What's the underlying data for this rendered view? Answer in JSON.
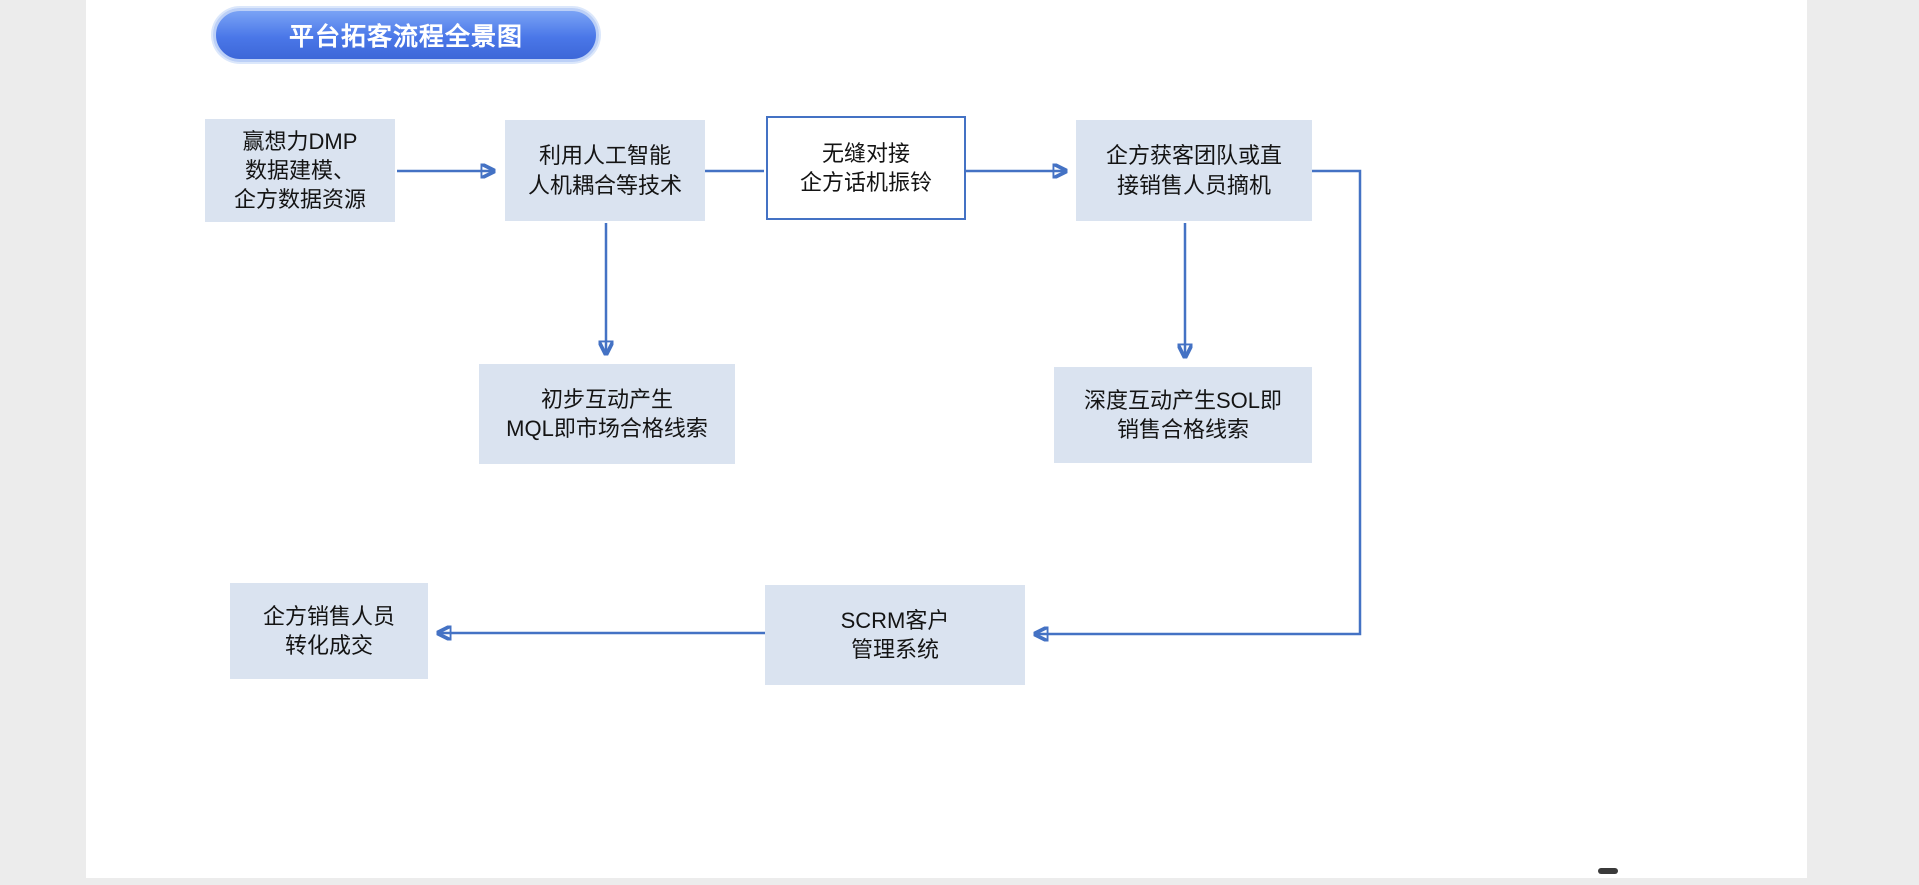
{
  "title": "平台拓客流程全景图",
  "colors": {
    "box_fill": "#dae3f0",
    "arrow": "#4472c4",
    "title_fill": "#4a77e8",
    "title_border": "#bcd0f7",
    "outline_box_border": "#4472c4",
    "background": "#ffffff",
    "margin_strip": "#ececec"
  },
  "boxes": {
    "dmp": {
      "lines": [
        "赢想力DMP",
        "数据建模、",
        "企方数据资源"
      ]
    },
    "ai": {
      "lines": [
        "利用人工智能",
        "人机耦合等技术"
      ]
    },
    "seamless": {
      "lines": [
        "无缝对接",
        "企方话机振铃"
      ]
    },
    "team": {
      "lines": [
        "企方获客团队或直",
        "接销售人员摘机"
      ]
    },
    "mql": {
      "lines": [
        "初步互动产生",
        "MQL即市场合格线索"
      ]
    },
    "sql": {
      "lines": [
        "深度互动产生SOL即",
        "销售合格线索"
      ]
    },
    "scrm": {
      "lines": [
        "SCRM客户",
        "管理系统"
      ]
    },
    "sales": {
      "lines": [
        "企方销售人员",
        "转化成交"
      ]
    }
  }
}
